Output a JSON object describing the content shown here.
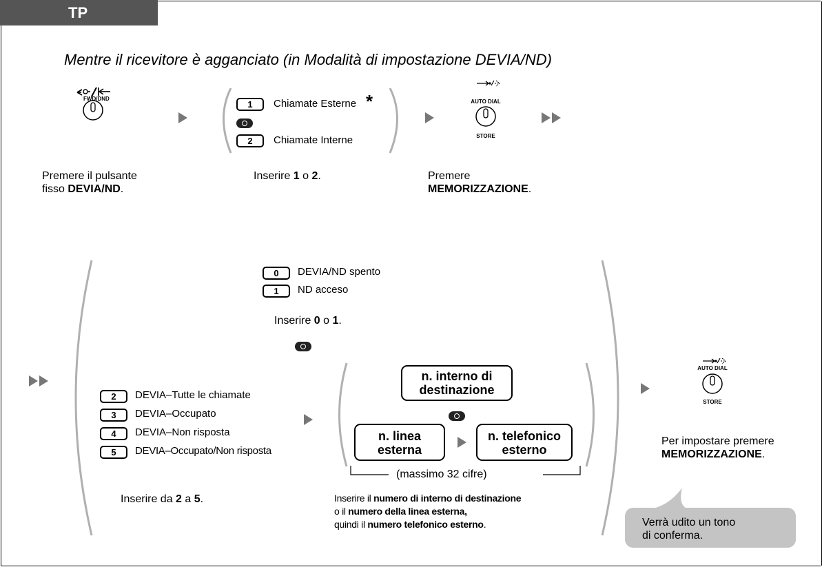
{
  "header": {
    "tab_label": "TP",
    "subtitle": "Mentre il ricevitore è agganciato (in Modalità di impostazione DEVIA/ND)"
  },
  "step1": {
    "button_label": "FWD/DND",
    "caption_line1": "Premere il pulsante",
    "caption_line2_prefix": "fisso ",
    "caption_line2_bold": "DEVIA/ND",
    "caption_line2_suffix": "."
  },
  "step2": {
    "options": [
      {
        "key": "1",
        "label": "Chiamate Esterne"
      },
      {
        "key": "2",
        "label": "Chiamate Interne"
      }
    ],
    "asterisk": "*",
    "or_label": "O",
    "caption_prefix": "Inserire ",
    "caption_k1": "1",
    "caption_mid": " o ",
    "caption_k2": "2",
    "caption_suffix": "."
  },
  "step3": {
    "button_top": "AUTO DIAL",
    "button_bottom": "STORE",
    "caption_line1": "Premere",
    "caption_bold": "MEMORIZZAZIONE",
    "caption_suffix": "."
  },
  "block_a": {
    "options": [
      {
        "key": "0",
        "label": "DEVIA/ND spento"
      },
      {
        "key": "1",
        "label": "ND acceso"
      }
    ],
    "caption_prefix": "Inserire ",
    "caption_k1": "0",
    "caption_mid": " o ",
    "caption_k2": "1",
    "caption_suffix": "."
  },
  "or_label": "O",
  "block_b": {
    "options": [
      {
        "key": "2",
        "label": "DEVIA–Tutte le chiamate"
      },
      {
        "key": "3",
        "label": "DEVIA–Occupato"
      },
      {
        "key": "4",
        "label": "DEVIA–Non risposta"
      },
      {
        "key": "5",
        "label": "DEVIA–Occupato/Non risposta"
      }
    ],
    "caption_prefix": "Inserire da ",
    "caption_k1": "2",
    "caption_mid": " a ",
    "caption_k2": "5",
    "caption_suffix": "."
  },
  "block_c": {
    "box_internal_line1": "n. interno di",
    "box_internal_line2": "destinazione",
    "box_line_line1": "n. linea",
    "box_line_line2": "esterna",
    "box_phone_line1": "n. telefonico",
    "box_phone_line2": "esterno",
    "max_note": "(massimo 32 cifre)",
    "caption_l1_prefix": "Inserire il ",
    "caption_l1_bold": "numero di interno di destinazione",
    "caption_l2_prefix": "o il ",
    "caption_l2_bold": "numero della linea esterna,",
    "caption_l3_prefix": "quindi il ",
    "caption_l3_bold": "numero telefonico esterno",
    "caption_l3_suffix": "."
  },
  "step_final": {
    "button_top": "AUTO DIAL",
    "button_bottom": "STORE",
    "caption_line1": "Per impostare premere",
    "caption_bold": "MEMORIZZAZIONE",
    "caption_suffix": ".",
    "bubble_line1": "Verrà udito un tono",
    "bubble_line2": "di conferma."
  },
  "colors": {
    "tab_bg": "#555555",
    "arrow": "#777777",
    "bracket": "#b0b0b0",
    "bubble": "#c4c4c4"
  }
}
